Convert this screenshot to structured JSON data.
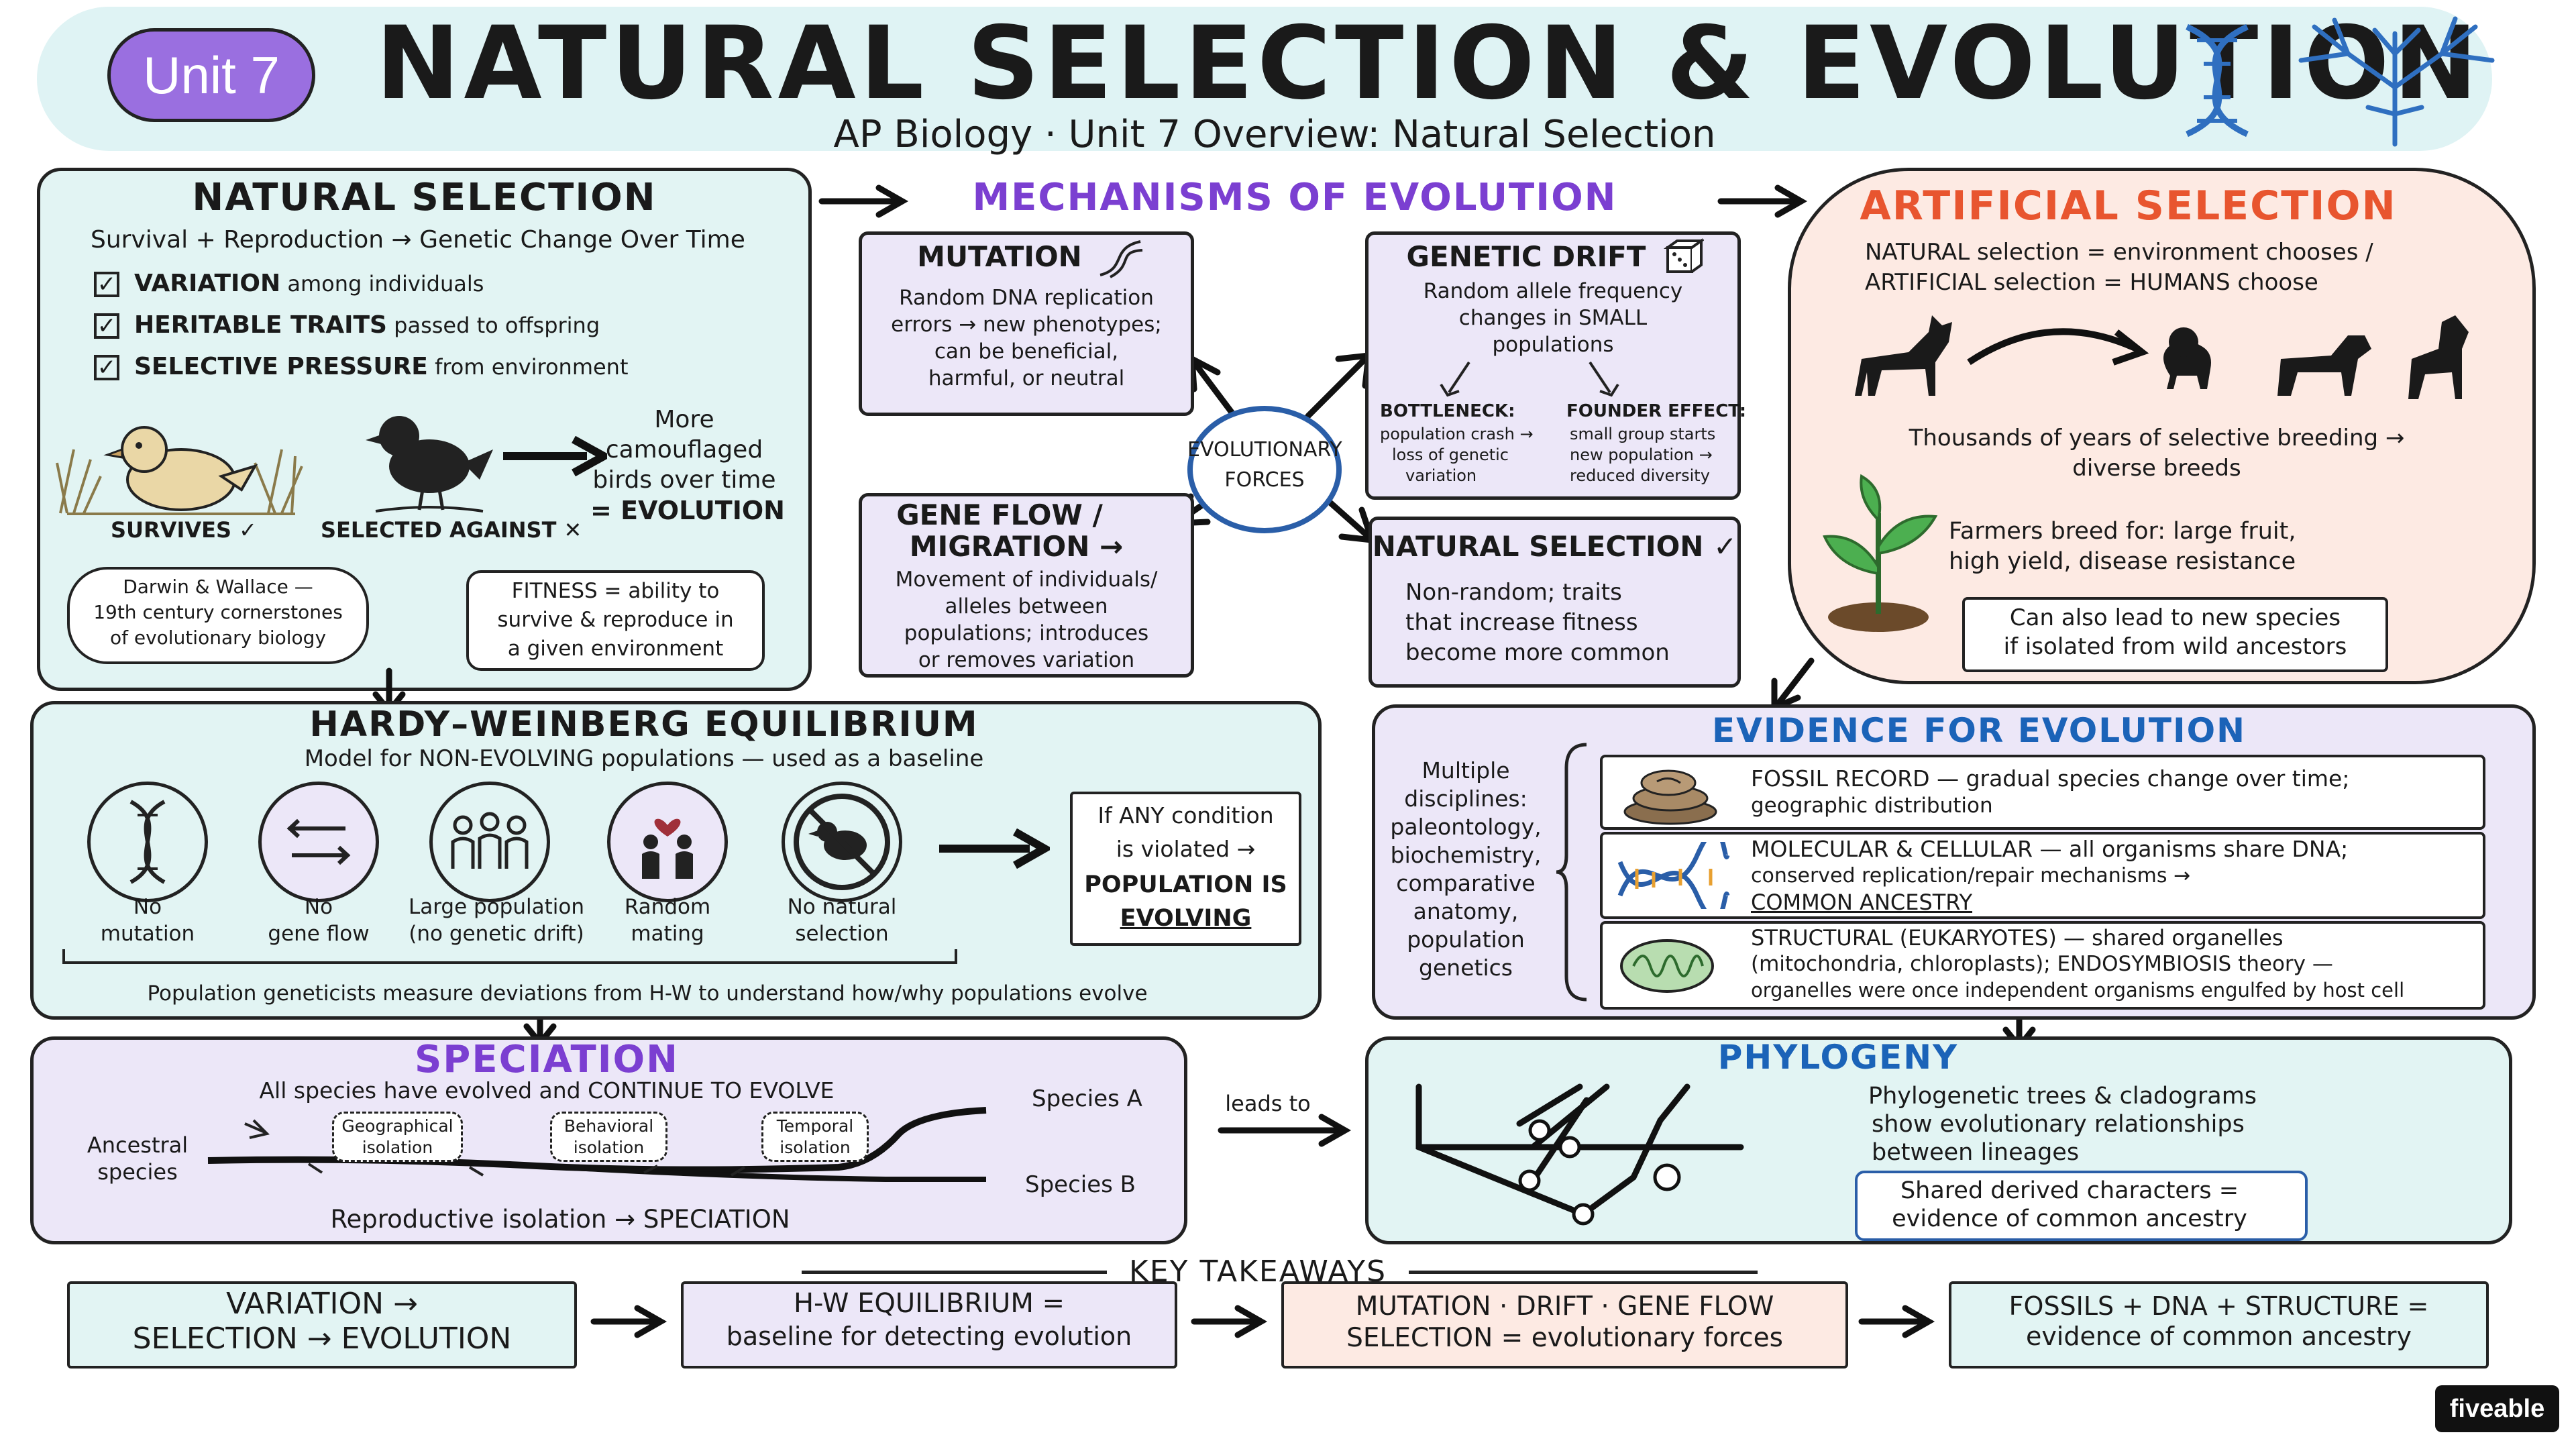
{
  "header": {
    "unit_badge": "Unit 7",
    "title": "NATURAL SELECTION & EVOLUTION",
    "subtitle": "AP Biology · Unit 7 Overview: Natural Selection"
  },
  "natural_selection": {
    "title": "NATURAL SELECTION",
    "tagline": "Survival + Reproduction → Genetic Change Over Time",
    "checks": [
      {
        "bold": "VARIATION",
        "rest": " among individuals"
      },
      {
        "bold": "HERITABLE TRAITS",
        "rest": " passed to offspring"
      },
      {
        "bold": "SELECTIVE PRESSURE",
        "rest": " from environment"
      }
    ],
    "survives": "SURVIVES ✓",
    "selected_against": "SELECTED AGAINST ✕",
    "camouflage_line1": "More",
    "camouflage_line2": "camouflaged",
    "camouflage_line3": "birds over time",
    "camouflage_line4": "= EVOLUTION",
    "darwin_line1": "Darwin & Wallace —",
    "darwin_line2": "19th century cornerstones",
    "darwin_line3": "of evolutionary biology",
    "fitness_line1": "FITNESS = ability to",
    "fitness_line2": "survive & reproduce in",
    "fitness_line3": "a given environment"
  },
  "mechanisms": {
    "title": "MECHANISMS OF EVOLUTION",
    "center_line1": "EVOLUTIONARY",
    "center_line2": "FORCES",
    "mutation": {
      "title": "MUTATION",
      "lines": [
        "Random DNA replication",
        "errors → new phenotypes;",
        "can be beneficial,",
        "harmful, or neutral"
      ]
    },
    "drift": {
      "title": "GENETIC DRIFT",
      "lines": [
        "Random allele frequency",
        "changes in SMALL",
        "populations"
      ],
      "bottleneck_title": "BOTTLENECK:",
      "bottleneck_lines": [
        "population crash →",
        "loss of genetic",
        "variation"
      ],
      "founder_title": "FOUNDER EFFECT:",
      "founder_lines": [
        "small group starts",
        "new population →",
        "reduced diversity"
      ]
    },
    "gene_flow": {
      "title1": "GENE FLOW /",
      "title2": "MIGRATION →",
      "lines": [
        "Movement of individuals/",
        "alleles between",
        "populations; introduces",
        "or removes variation"
      ]
    },
    "natsel": {
      "title": "NATURAL SELECTION ✓",
      "lines": [
        "Non-random; traits",
        "that increase fitness",
        "become more common"
      ]
    }
  },
  "artificial": {
    "title": "ARTIFICIAL SELECTION",
    "line1": "NATURAL selection = environment chooses /",
    "line2": "ARTIFICIAL selection = HUMANS choose",
    "breeds_line1": "Thousands of years of selective breeding →",
    "breeds_line2": "diverse breeds",
    "farm_line1": "Farmers breed for: large fruit,",
    "farm_line2": "high yield, disease resistance",
    "species_line1": "Can also lead to new species",
    "species_line2": "if isolated from wild ancestors"
  },
  "hardy_weinberg": {
    "title": "HARDY–WEINBERG EQUILIBRIUM",
    "subtitle": "Model for NON-EVOLVING populations — used as a baseline",
    "conditions": [
      {
        "line1": "No",
        "line2": "mutation"
      },
      {
        "line1": "No",
        "line2": "gene flow"
      },
      {
        "line1": "Large population",
        "line2": "(no genetic drift)"
      },
      {
        "line1": "Random",
        "line2": "mating"
      },
      {
        "line1": "No natural",
        "line2": "selection"
      }
    ],
    "violated_line1": "If ANY condition",
    "violated_line2": "is violated →",
    "violated_line3": "POPULATION IS",
    "violated_line4": "EVOLVING",
    "footer": "Population geneticists measure deviations from H-W to understand how/why populations evolve"
  },
  "evidence": {
    "title": "EVIDENCE FOR EVOLUTION",
    "disciplines": [
      "Multiple",
      "disciplines:",
      "paleontology,",
      "biochemistry,",
      "comparative",
      "anatomy,",
      "population",
      "genetics"
    ],
    "fossil_line1": "FOSSIL RECORD — gradual species change over time;",
    "fossil_line2": "geographic distribution",
    "molecular_line1": "MOLECULAR & CELLULAR — all organisms share DNA;",
    "molecular_line2": "conserved replication/repair mechanisms →",
    "molecular_line3": "COMMON ANCESTRY",
    "structural_line1": "STRUCTURAL (EUKARYOTES) — shared organelles",
    "structural_line2": "(mitochondria, chloroplasts); ENDOSYMBIOSIS theory —",
    "structural_line3": "organelles were once independent organisms engulfed by host cell"
  },
  "speciation": {
    "title": "SPECIATION",
    "subtitle": "All species have evolved and CONTINUE TO EVOLVE",
    "ancestral_line1": "Ancestral",
    "ancestral_line2": "species",
    "geo_line1": "Geographical",
    "geo_line2": "isolation",
    "beh_line1": "Behavioral",
    "beh_line2": "isolation",
    "temp_line1": "Temporal",
    "temp_line2": "isolation",
    "species_a": "Species A",
    "species_b": "Species B",
    "footer": "Reproductive isolation → SPECIATION",
    "leads_to": "leads to"
  },
  "phylogeny": {
    "title": "PHYLOGENY",
    "line1": "Phylogenetic trees & cladograms",
    "line2": "show evolutionary relationships",
    "line3": "between lineages",
    "shared_line1": "Shared derived characters =",
    "shared_line2": "evidence of common ancestry"
  },
  "takeaways": {
    "title": "KEY TAKEAWAYS",
    "items": [
      {
        "line1": "VARIATION →",
        "line2": "SELECTION → EVOLUTION"
      },
      {
        "line1": "H-W EQUILIBRIUM =",
        "line2": "baseline for detecting evolution"
      },
      {
        "line1": "MUTATION · DRIFT · GENE FLOW",
        "line2": "SELECTION = evolutionary forces"
      },
      {
        "line1": "FOSSILS + DNA + STRUCTURE =",
        "line2": "evidence of common ancestry"
      }
    ]
  },
  "brand": "fiveable"
}
